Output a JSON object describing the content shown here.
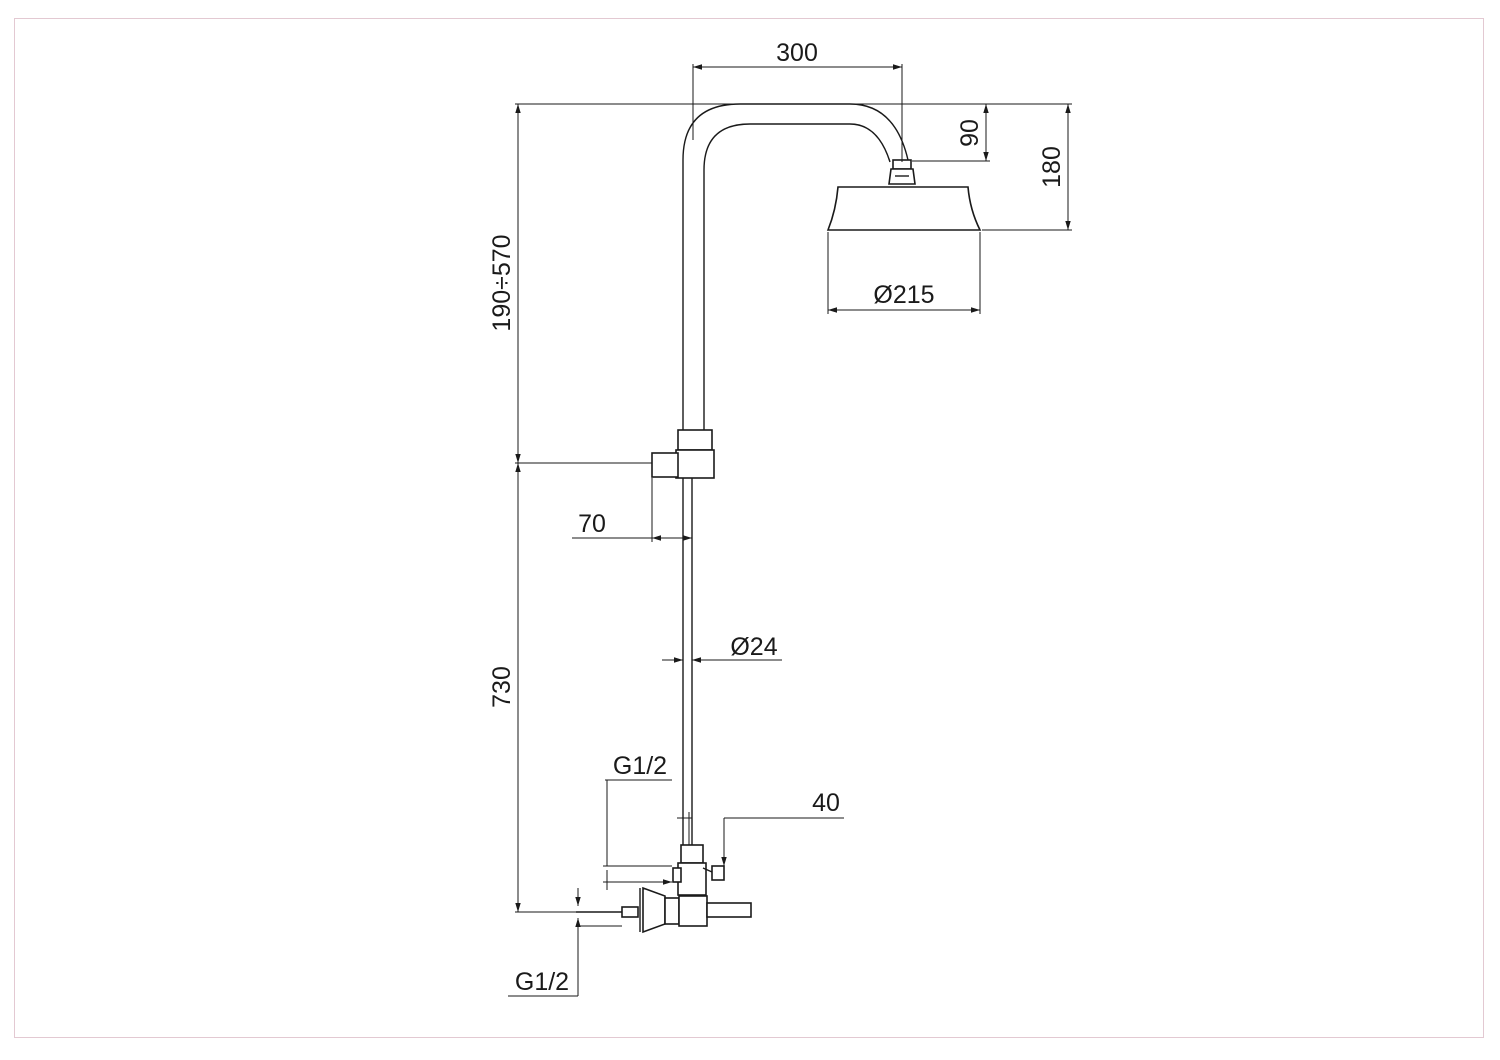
{
  "dimensions": {
    "head_offset": "300",
    "head_neck": "90",
    "head_total_height": "180",
    "head_diameter": "Ø215",
    "adjust_range": "190÷570",
    "arm_length": "70",
    "pipe_diameter": "Ø24",
    "bar_height": "730",
    "inlet_upper": "G1/2",
    "valve_offset": "40",
    "inlet_lower": "G1/2"
  },
  "colors": {
    "line": "#1a1a1a",
    "frame": "#e3c9d2",
    "background": "#ffffff"
  }
}
